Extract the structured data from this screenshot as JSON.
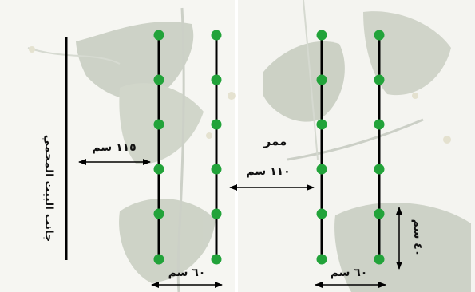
{
  "labels": {
    "wall": "جانب البيت المحمي",
    "wall_to_row": "١١٥ سم",
    "aisle_word": "ممر",
    "aisle_width": "١١٠ سم",
    "row_spacing_left": "٦٠ سم",
    "row_spacing_right": "٦٠ سم",
    "plant_spacing": "٤٠ سم"
  },
  "colors": {
    "plant_dot": "#22a33a",
    "row_line": "#000000",
    "leaf": "#8f9c84"
  }
}
